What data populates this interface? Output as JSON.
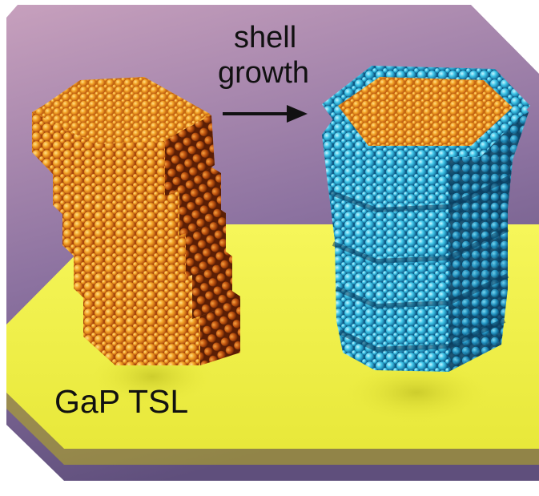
{
  "figure": {
    "arrow_label_line1": "shell",
    "arrow_label_line2": "growth",
    "structure_label": "GaP TSL"
  },
  "colors": {
    "background_top": "#b98fb0",
    "background_bottom": "#6f5a86",
    "substrate": "#f2f24a",
    "core_atom": "#f0a22a",
    "core_atom_dark": "#b3470d",
    "shell_atom": "#33c4e6",
    "shell_atom_dark": "#1b6f99",
    "text": "#111111"
  }
}
